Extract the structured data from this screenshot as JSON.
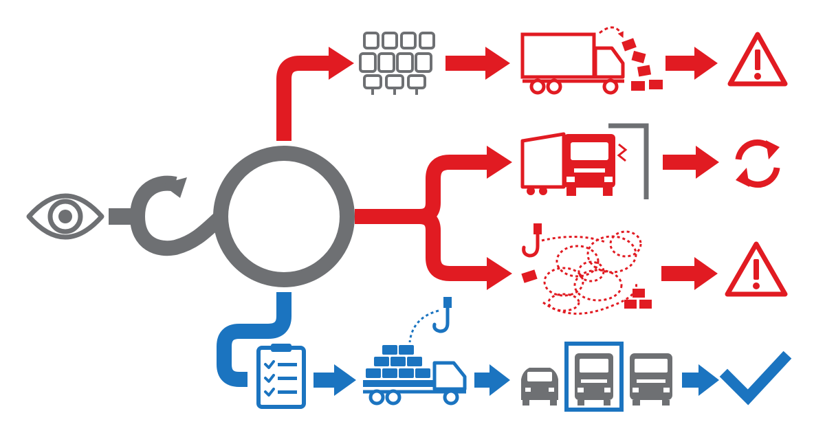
{
  "colors": {
    "gray": "#6e7073",
    "red": "#e11b22",
    "blue": "#1b74c0",
    "background": "#ffffff"
  },
  "diagram": {
    "start": {
      "icon": "eye-icon"
    },
    "hub": {
      "icons": [
        "loop-arrow-icon",
        "circle-node-icon"
      ]
    },
    "outcomes": [
      {
        "id": "stacked-seats",
        "color": "red",
        "steps": [
          "seats-icon",
          "truck-losing-cargo-icon"
        ],
        "result": "warning-icon"
      },
      {
        "id": "low-clearance",
        "color": "red",
        "steps": [
          "truck-hitting-gate-icon"
        ],
        "result": "rework-icon"
      },
      {
        "id": "chaotic-lifting",
        "color": "red",
        "steps": [
          "crane-hook-tangled-path-icon"
        ],
        "result": "warning-icon"
      },
      {
        "id": "planned-transport",
        "color": "blue",
        "steps": [
          "checklist-icon",
          "crane-loaded-truck-icon",
          "selected-vehicle-icon"
        ],
        "result": "checkmark-icon"
      }
    ]
  }
}
